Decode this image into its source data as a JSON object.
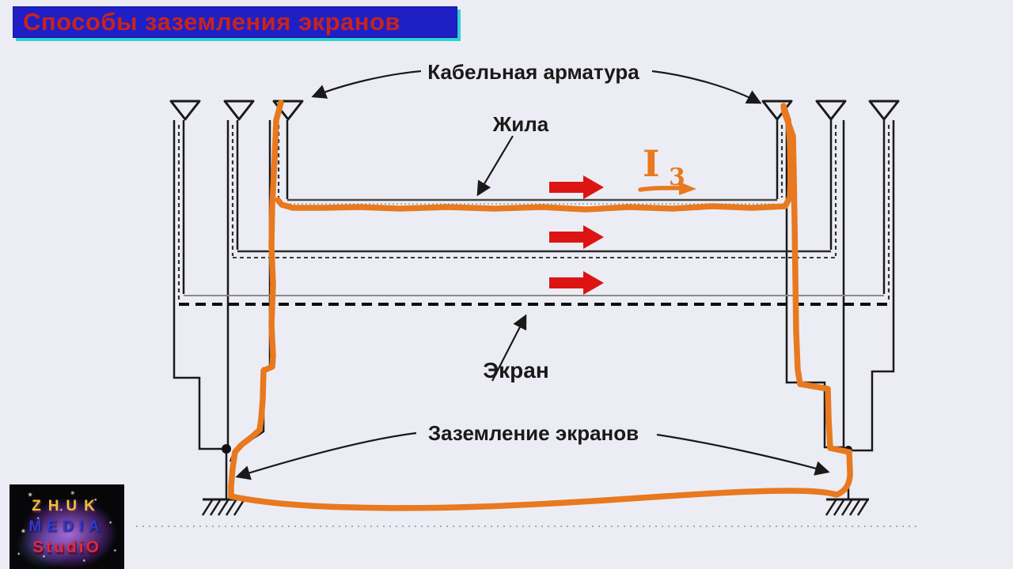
{
  "title": {
    "text": "Способы заземления экранов",
    "bg_color": "#1F1FC6",
    "text_color": "#C8231C",
    "glow_color": "#2FD2D2"
  },
  "diagram": {
    "labels": {
      "cable_fittings": "Кабельная арматура",
      "core": "Жила",
      "screen": "Экран",
      "screen_grounding": "Заземление экранов"
    },
    "annotation": {
      "symbol": "I",
      "subscript": "3"
    },
    "colors": {
      "trace": "#E8791F",
      "flow_arrow": "#DC1414",
      "line": "#1a1a1a"
    }
  },
  "watermark": {
    "line1": "ZHUK",
    "line2": "MEDIA",
    "line3": "StudiO"
  }
}
